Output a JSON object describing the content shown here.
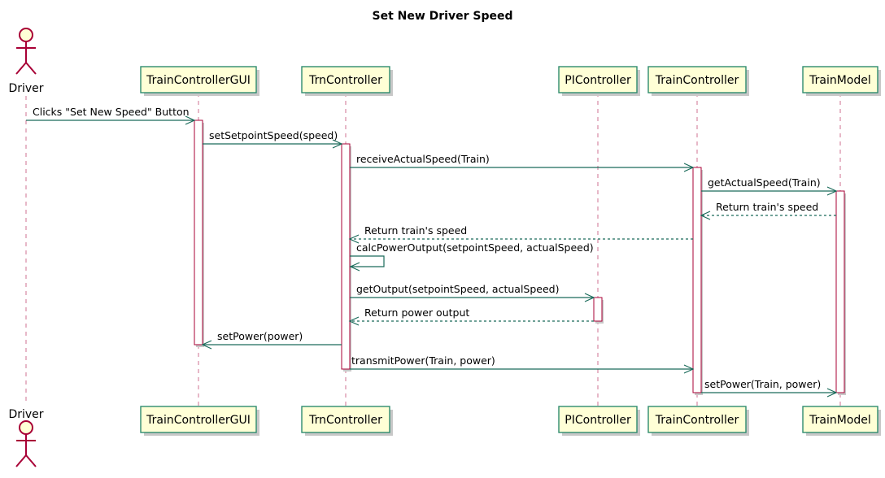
{
  "title": "Set New Driver Speed",
  "colors": {
    "participant_fill": "#ffffd6",
    "participant_border": "#2e8b6e",
    "lifeline": "#a80036",
    "arrow": "#1a6b5a",
    "actor": "#a80036"
  },
  "participants": [
    {
      "id": "driver",
      "label": "Driver",
      "kind": "actor"
    },
    {
      "id": "gui",
      "label": "TrainControllerGUI",
      "kind": "participant"
    },
    {
      "id": "trn",
      "label": "TrnController",
      "kind": "participant"
    },
    {
      "id": "pi",
      "label": "PIController",
      "kind": "participant"
    },
    {
      "id": "tc",
      "label": "TrainController",
      "kind": "participant"
    },
    {
      "id": "tm",
      "label": "TrainModel",
      "kind": "participant"
    }
  ],
  "messages": [
    {
      "from": "driver",
      "to": "gui",
      "text": "Clicks \"Set New Speed\" Button",
      "type": "sync"
    },
    {
      "from": "gui",
      "to": "trn",
      "text": "setSetpointSpeed(speed)",
      "type": "sync"
    },
    {
      "from": "trn",
      "to": "tc",
      "text": "receiveActualSpeed(Train)",
      "type": "sync"
    },
    {
      "from": "tc",
      "to": "tm",
      "text": "getActualSpeed(Train)",
      "type": "sync"
    },
    {
      "from": "tm",
      "to": "tc",
      "text": "Return train's speed",
      "type": "return"
    },
    {
      "from": "tc",
      "to": "trn",
      "text": "Return train's speed",
      "type": "return"
    },
    {
      "from": "trn",
      "to": "trn",
      "text": "calcPowerOutput(setpointSpeed, actualSpeed)",
      "type": "self"
    },
    {
      "from": "trn",
      "to": "pi",
      "text": "getOutput(setpointSpeed, actualSpeed)",
      "type": "sync"
    },
    {
      "from": "pi",
      "to": "trn",
      "text": "Return power output",
      "type": "return"
    },
    {
      "from": "trn",
      "to": "gui",
      "text": "setPower(power)",
      "type": "sync"
    },
    {
      "from": "trn",
      "to": "tc",
      "text": "transmitPower(Train, power)",
      "type": "sync"
    },
    {
      "from": "tc",
      "to": "tm",
      "text": "setPower(Train, power)",
      "type": "sync"
    }
  ]
}
